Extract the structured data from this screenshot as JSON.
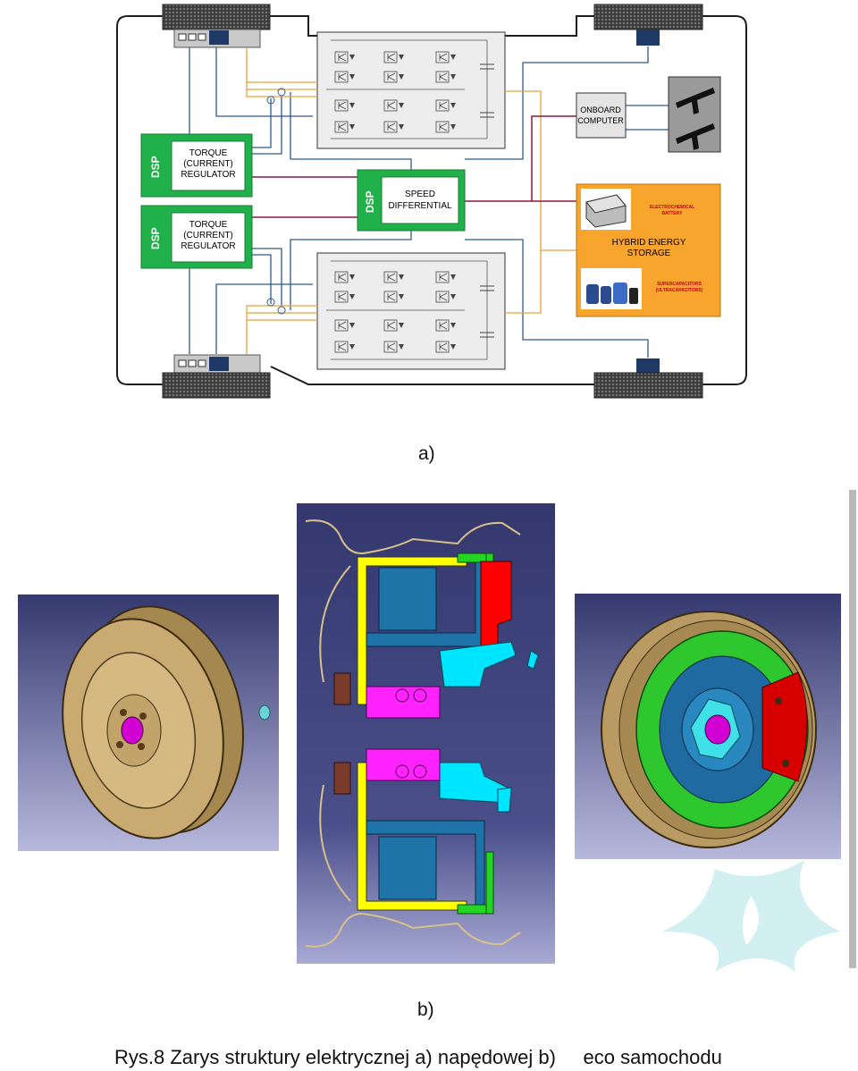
{
  "part_a": {
    "sublabel": "a)",
    "onboard_computer": [
      "ONBOARD",
      "COMPUTER"
    ],
    "dsp_label": "DSP",
    "speed_differential": [
      "SPEED",
      "DIFFERENTIAL"
    ],
    "torque_regulator_top": [
      "TORQUE",
      "(CURRENT)",
      "REGULATOR"
    ],
    "torque_regulator_bottom": [
      "TORQUE",
      "(CURRENT)",
      "REGULATOR"
    ],
    "electrochemical_battery": [
      "ELECTROCHEMICAL",
      "BATTERY"
    ],
    "hybrid_energy_storage": [
      "HYBRID ENERGY",
      "STORAGE"
    ],
    "supercapacitors": [
      "SUPERCAPACITORS",
      "(ULTRACAPACITORS)"
    ]
  },
  "part_b": {
    "sublabel": "b)"
  },
  "caption": "Rys.8 Zarys struktury elektrycznej a) napędowej b)     eco samochodu",
  "colors": {
    "dsp_green": "#21b14b",
    "storage_orange": "#f7a52c",
    "wire_blue": "#2e5b8c",
    "wire_orange": "#e8a23a",
    "wire_maroon": "#8b1a3a",
    "background_navy": "#3a3f78",
    "yellow_part": "#ffff00",
    "magenta_part": "#ff00ff",
    "cyan_part": "#00ffff",
    "red_part": "#ff0000",
    "tire_tan": "#b89a62"
  },
  "icons": [
    "inverter-bridge-icon",
    "steering-pedal-icon",
    "battery-icon",
    "supercapacitor-icon",
    "tire-icon",
    "logo-watermark"
  ]
}
